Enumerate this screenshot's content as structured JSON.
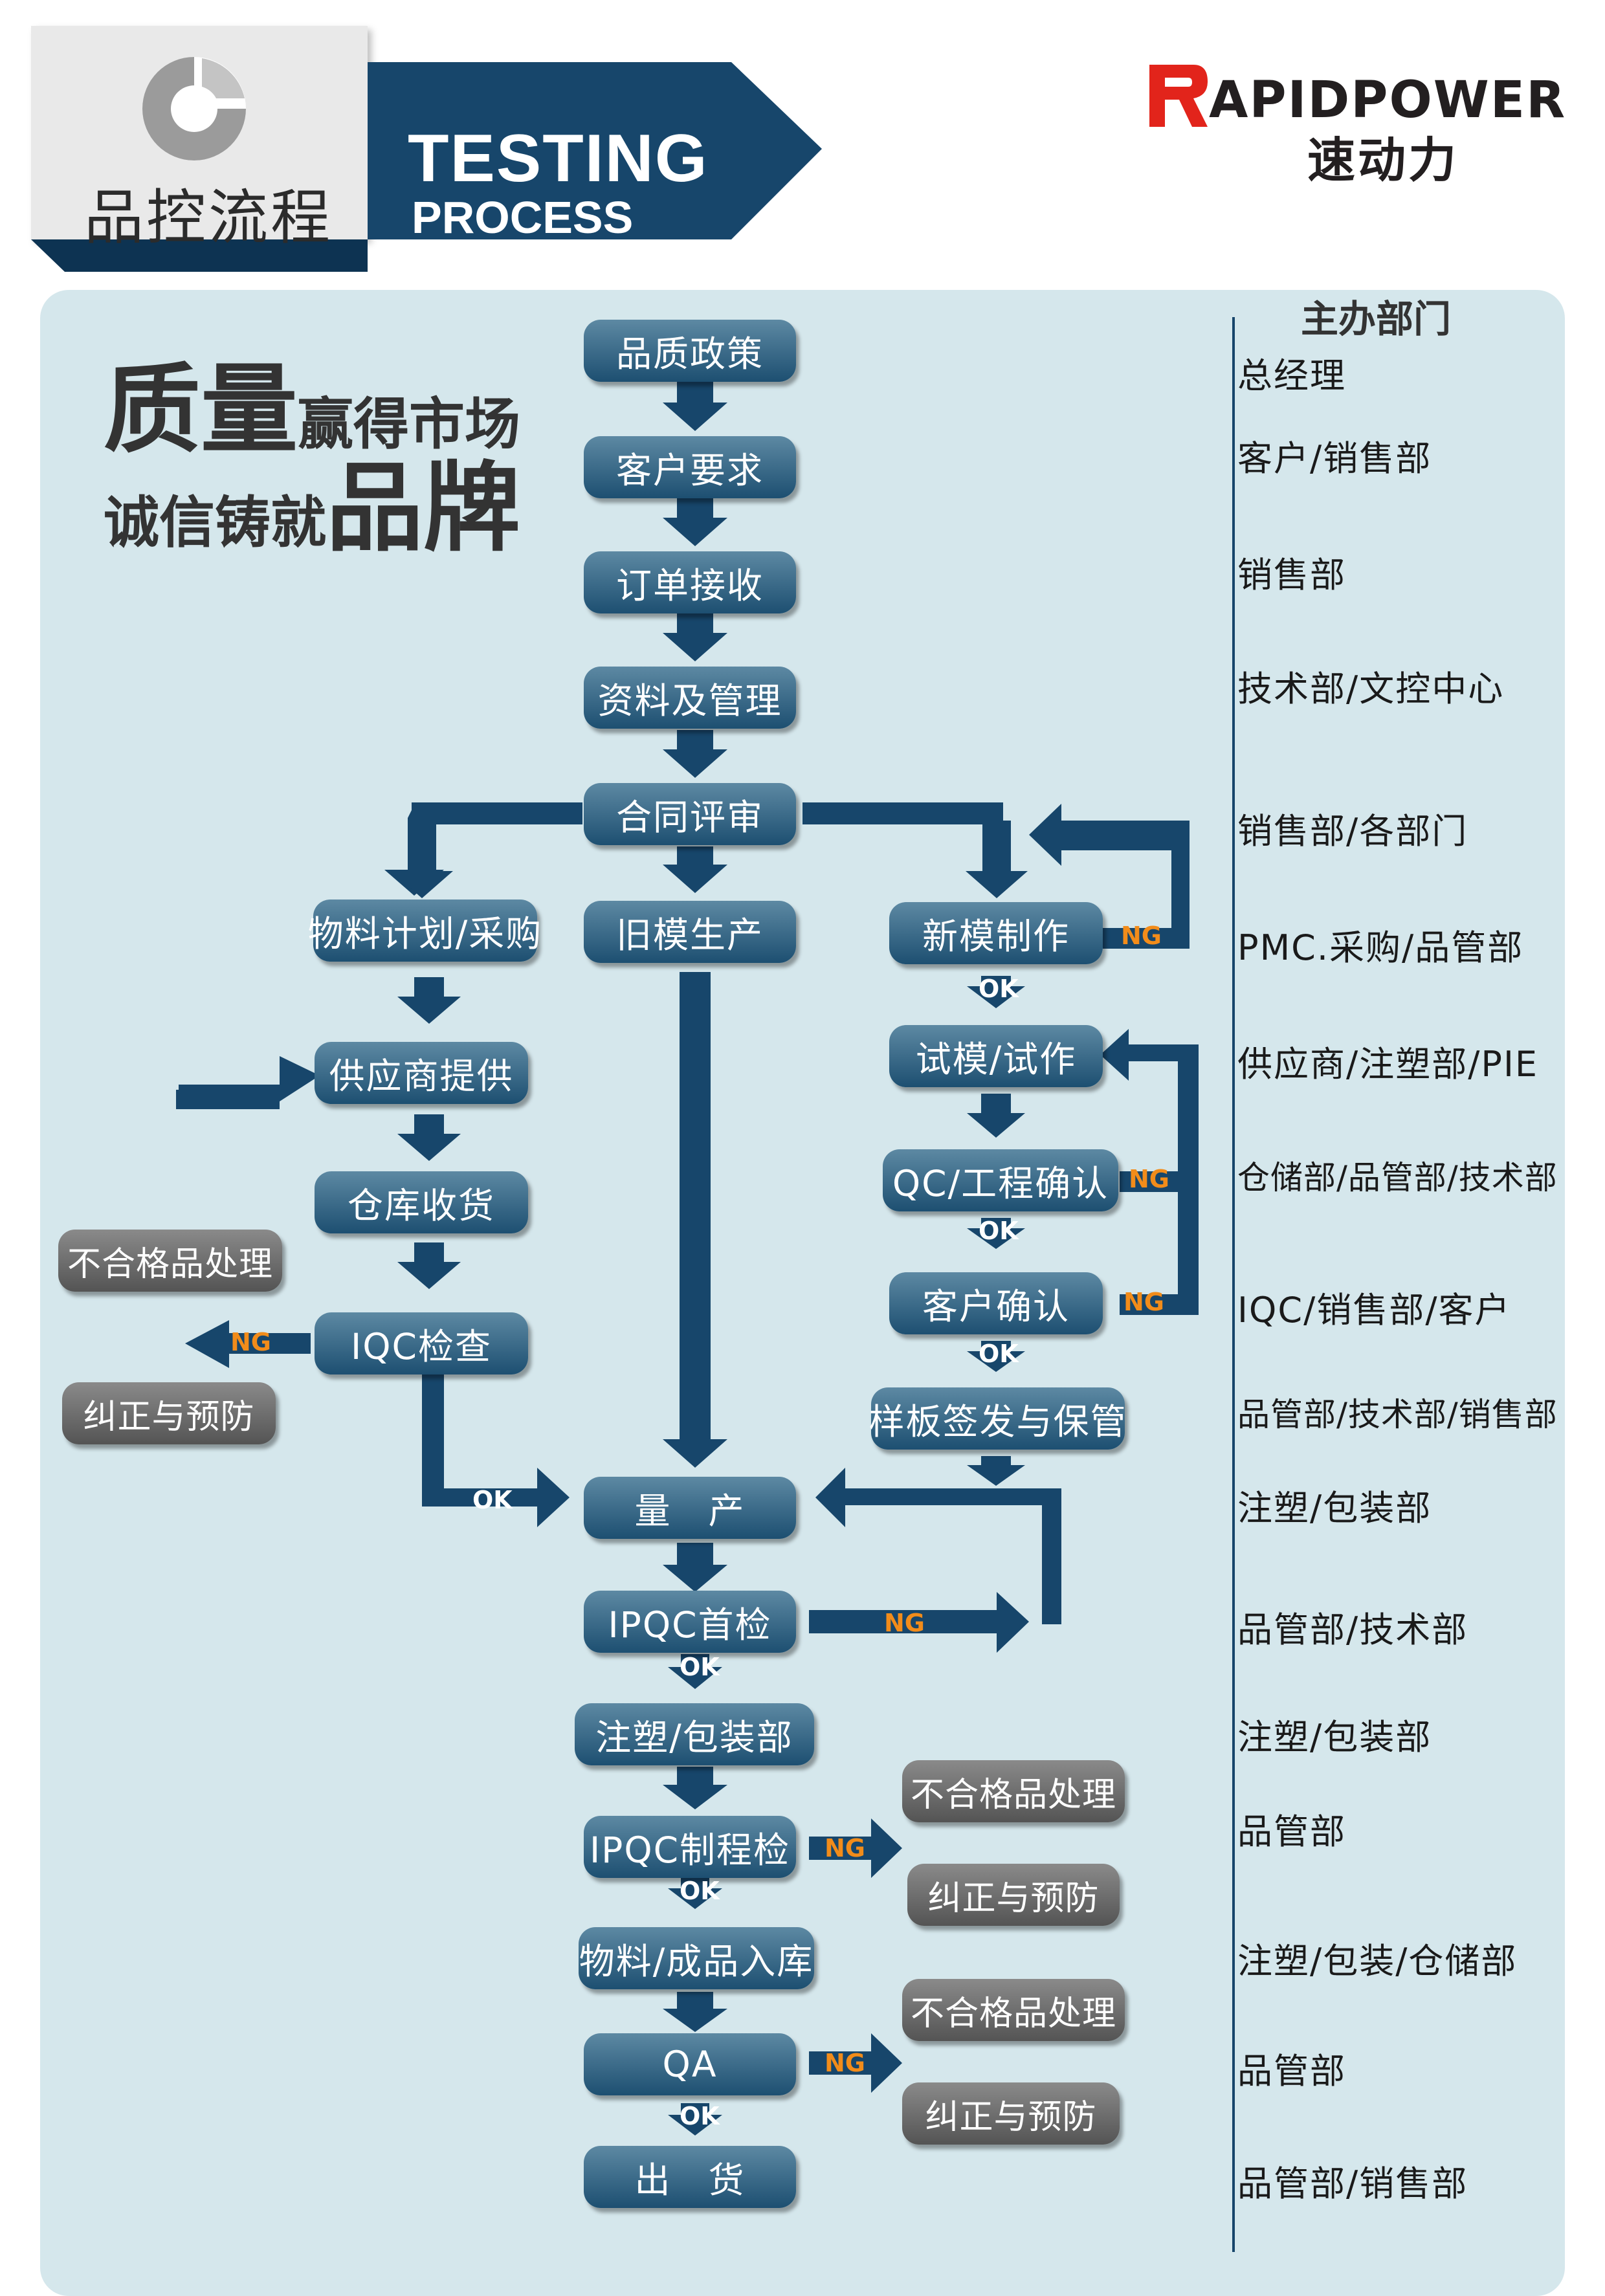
{
  "header": {
    "title_cn": "品控流程",
    "title_en_line1": "TESTING",
    "title_en_line2": "PROCESS",
    "brand_name": "APIDPOWER",
    "brand_cn": "速动力"
  },
  "slogan": {
    "l1_big": "质量",
    "l1_small": "赢得市场",
    "l2_small": "诚信铸就",
    "l2_big": "品牌"
  },
  "colors": {
    "navy": "#17466b",
    "box_top": "#5d89a3",
    "box_bottom": "#1d4f71",
    "gray_box": "#6e6e6e",
    "panel_bg": "#d5e7ec",
    "ng_text": "#f28c1a",
    "brand_red": "#e2241b"
  },
  "icons": {
    "header_logo": "ring-gauge-icon",
    "brand_logo": "r-arrow-logo"
  },
  "flow": {
    "quality_policy": "品质政策",
    "customer_req": "客户要求",
    "order_receipt": "订单接收",
    "docs_mgmt": "资料及管理",
    "contract_review": "合同评审",
    "material_plan": "物料计划/采购",
    "old_mold": "旧模生产",
    "new_mold": "新模制作",
    "supplier": "供应商提供",
    "trial_mold": "试模/试作",
    "warehouse_receipt": "仓库收货",
    "qc_confirm": "QC/工程确认",
    "reject_handling_left": "不合格品处理",
    "customer_confirm": "客户确认",
    "iqc": "IQC检查",
    "corrective_left": "纠正与预防",
    "sample_sign": "样板签发与保管",
    "mass_production": "量　产",
    "ipqc_first": "IPQC首检",
    "molding_packing": "注塑/包装部",
    "ipqc_process": "IPQC制程检",
    "reject_handling_1": "不合格品处理",
    "corrective_1": "纠正与预防",
    "stock_in": "物料/成品入库",
    "qa": "QA",
    "reject_handling_2": "不合格品处理",
    "corrective_2": "纠正与预防",
    "shipment": "出　货"
  },
  "labels": {
    "ng": "NG",
    "ok": "OK"
  },
  "departments": {
    "title": "主办部门",
    "items": [
      "总经理",
      "客户/销售部",
      "销售部",
      "技术部/文控中心",
      "销售部/各部门",
      "PMC.采购/品管部",
      "供应商/注塑部/PIE",
      "仓储部/品管部/技术部",
      "IQC/销售部/客户",
      "品管部/技术部/销售部",
      "注塑/包装部",
      "品管部/技术部",
      "注塑/包装部",
      "品管部",
      "注塑/包装/仓储部",
      "品管部",
      "品管部/销售部"
    ]
  }
}
